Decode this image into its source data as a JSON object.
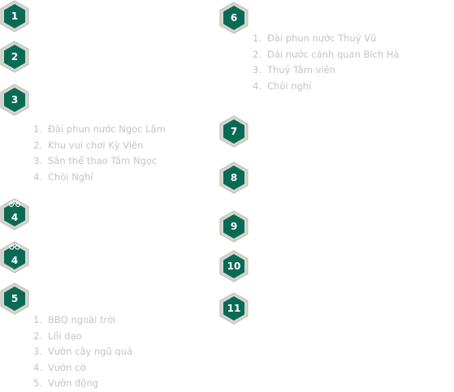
{
  "badges": [
    {
      "label": "1"
    },
    {
      "label": "2"
    },
    {
      "label": "3"
    },
    {
      "label": "4",
      "icon": "bicycle-icon"
    },
    {
      "label": "4",
      "icon": "glasses-icon"
    },
    {
      "label": "5"
    },
    {
      "label": "6"
    },
    {
      "label": "7"
    },
    {
      "label": "8"
    },
    {
      "label": "9"
    },
    {
      "label": "10"
    },
    {
      "label": "11"
    }
  ],
  "lists": {
    "zone3": [
      {
        "n": "1.",
        "text": "Đài phun nước Ngọc Lâm"
      },
      {
        "n": "2.",
        "text": "Khu vui chơi Kỳ Viên"
      },
      {
        "n": "3.",
        "text": "Sân thể thao Tâm Ngọc"
      },
      {
        "n": "4.",
        "text": "Chòi Nghỉ"
      }
    ],
    "zone5": [
      {
        "n": "1.",
        "text": "BBQ ngoài trời"
      },
      {
        "n": "2.",
        "text": "Lối dạo"
      },
      {
        "n": "3.",
        "text": "Vườn cây ngũ quả"
      },
      {
        "n": "4.",
        "text": "Vườn cờ"
      },
      {
        "n": "5.",
        "text": "Vườn động"
      }
    ],
    "zone6": [
      {
        "n": "1.",
        "text": "Đài phun nước Thuỷ Vũ"
      },
      {
        "n": "2.",
        "text": "Dải nước cảnh quan Bích Hà"
      },
      {
        "n": "3.",
        "text": "Thuỷ Tâm viên"
      },
      {
        "n": "4.",
        "text": "Chòi nghỉ"
      }
    ]
  },
  "colors": {
    "badge_fill": "#0b6a55",
    "badge_ring": "#d6d6cf",
    "badge_ring_edge": "#b9b9b0",
    "list_text": "#c4c4c4"
  }
}
